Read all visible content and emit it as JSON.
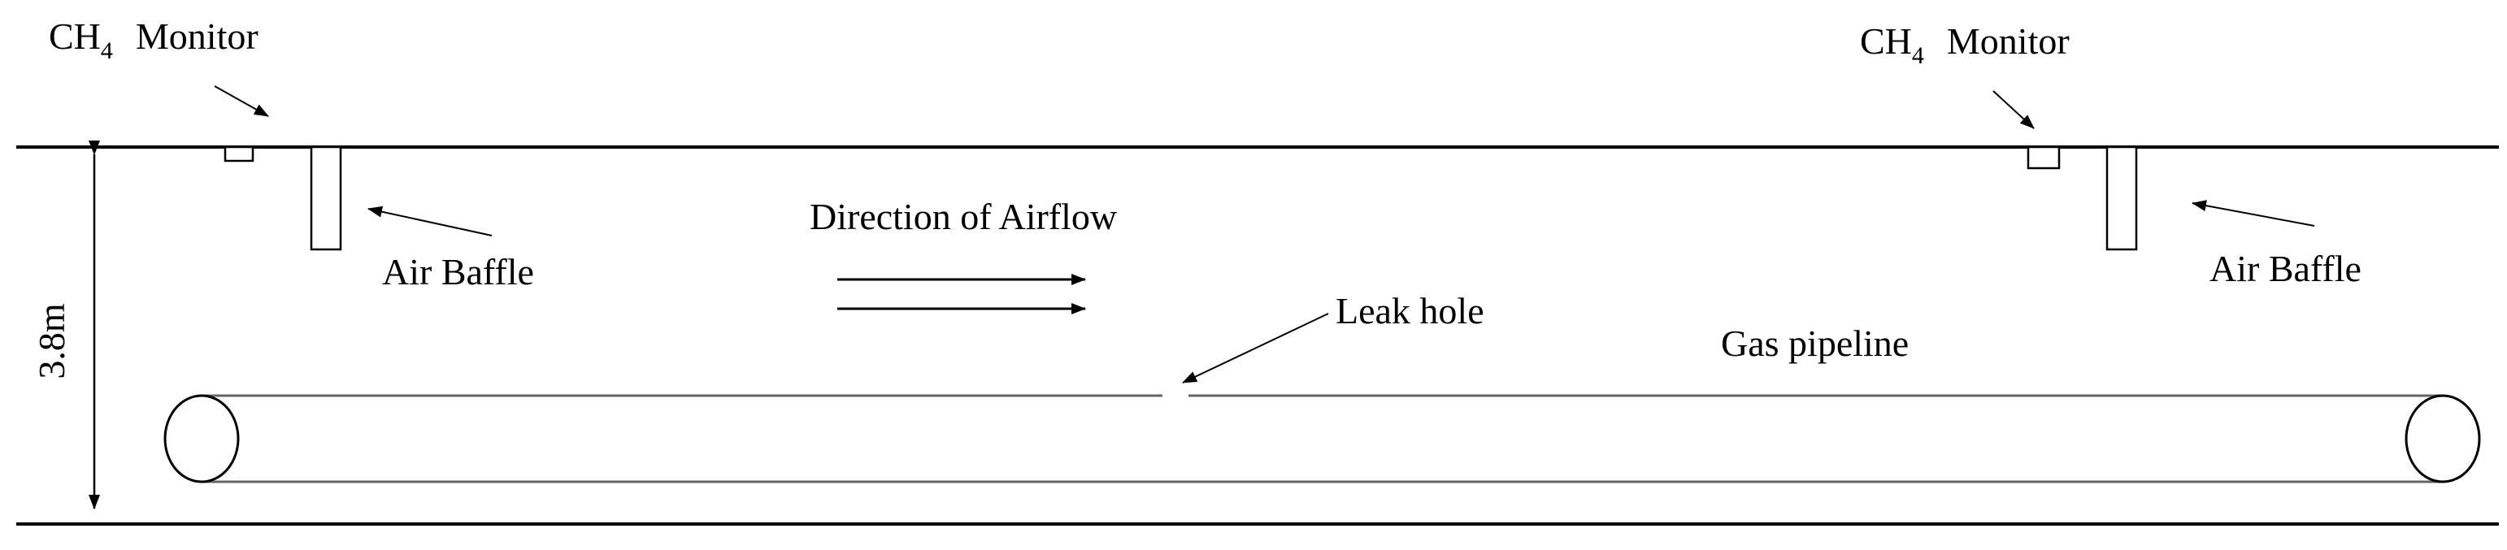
{
  "labels": {
    "monitor_left_prefix": "CH",
    "monitor_left_subscript": "4",
    "monitor_left_word": "Monitor",
    "monitor_right_prefix": "CH",
    "monitor_right_subscript": "4",
    "monitor_right_word": "Monitor",
    "baffle_left": "Air Baffle",
    "baffle_right": "Air Baffle",
    "airflow": "Direction of Airflow",
    "leak_hole": "Leak hole",
    "gas_pipeline": "Gas pipeline",
    "height": "3.8m"
  },
  "colors": {
    "stroke": "#000000",
    "pipe_stroke": "#666666",
    "background": "#ffffff"
  }
}
